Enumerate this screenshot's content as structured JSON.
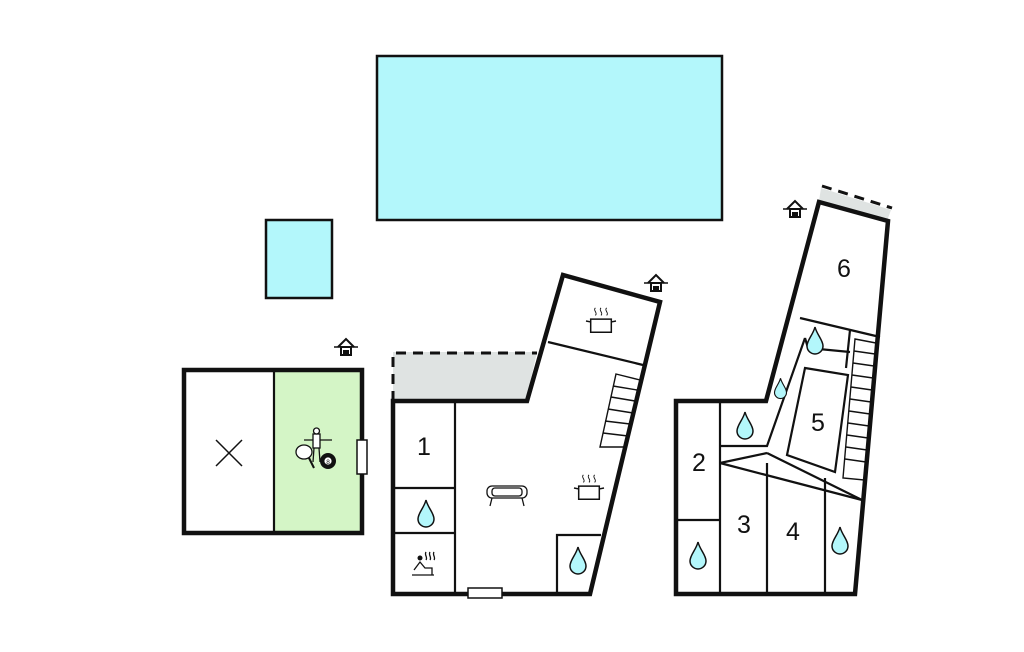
{
  "rooms": [
    {
      "id": "room-1",
      "label": "1"
    },
    {
      "id": "room-2",
      "label": "2"
    },
    {
      "id": "room-3",
      "label": "3"
    },
    {
      "id": "room-4",
      "label": "4"
    },
    {
      "id": "room-5",
      "label": "5"
    },
    {
      "id": "room-6",
      "label": "6"
    }
  ],
  "icons": {
    "entrance": "house-entrance-icon",
    "bathroom": "water-drop-icon",
    "kitchen": "cooking-pot-icon",
    "living": "sofa-icon",
    "sauna": "sauna-icon",
    "table_tennis": "table-tennis-icon",
    "foosball": "foosball-icon",
    "billiards": "billiard-ball-icon",
    "billiard_number": "8",
    "void": "no-floor-cross-icon"
  },
  "colors": {
    "pool": "#b3f7fb",
    "activity_room": "#d4f5c6",
    "terrace": "#dfe3e2",
    "wall": "#111111"
  }
}
